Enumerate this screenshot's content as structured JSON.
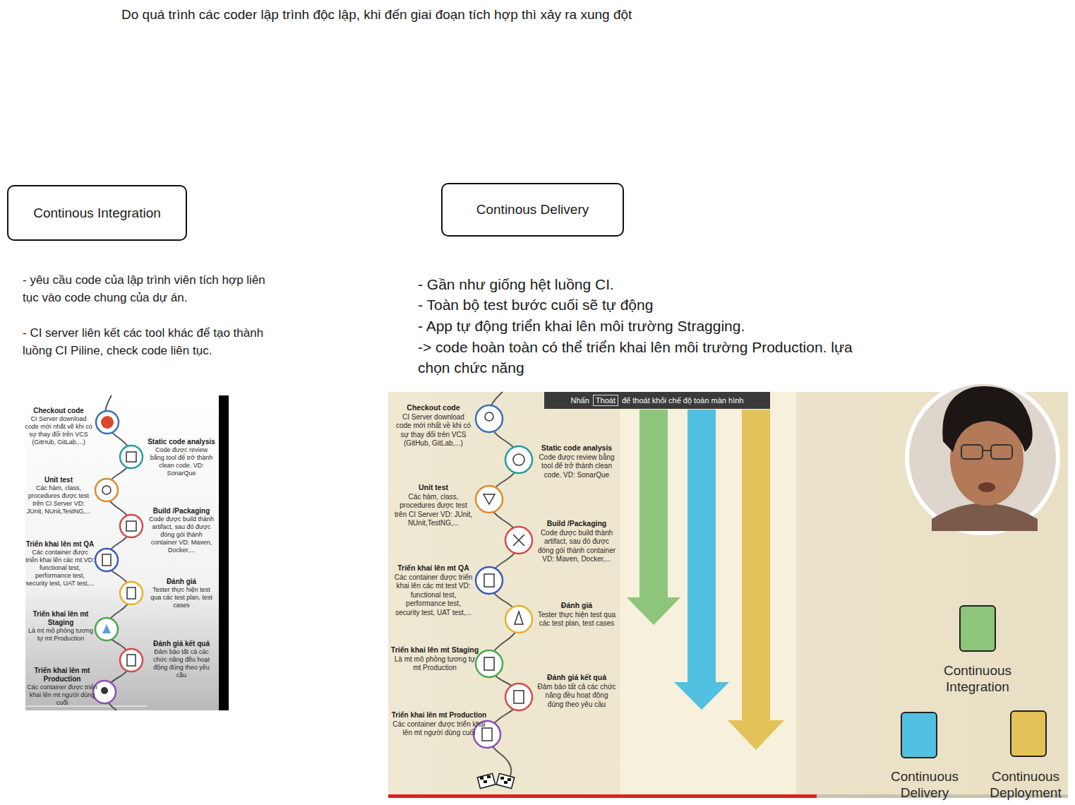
{
  "diagram": {
    "nodes": [
      {
        "text": [
          "Continous Integration"
        ]
      },
      {
        "text": [
          "Continous Delivery"
        ]
      }
    ],
    "labels": [
      "Do quá trình các coder lập trình độc lập, khi đến giai đoạn tích hợp thì xảy ra xung đột",
      "- yêu cầu code của lập trình viên tích hợp liên tục vào code chung của dự án.",
      "- CI server liên kết các tool khác để tạo thành luồng CI Piline, check code liên tục.",
      "- Gần như giống hệt luồng CI.",
      "- Toàn bộ test bước cuối sẽ tự động",
      "- App tự động triển khai lên môi trường Stragging.",
      "-> code hoàn toàn có thể triển khai lên môi trường Production. lựa chọn chức năng",
      "Checkout code",
      "CI Server download code mới nhất về khi có sự thay đổi trên VCS (GitHub, GitLab,...)",
      "Static code analysis",
      "Code được review bằng tool để trở thành clean code. VD: SonarQue",
      "Unit test",
      "Các hàm, class, procedures được test trên CI Server VD: JUnit, NUnit,TestNG,...",
      "Build /Packaging",
      "Code được build thành artifact, sau đó được đóng gói thành container VD: Maven, Docker,...",
      "Triển khai lên mt QA",
      "Các container được triển khai lên các mt VD: functional test, performance test, security test, UAT test,...",
      "Đánh giá",
      "Tester thực hiện test qua các test plan, test cases",
      "Triển khai lên mt Staging",
      "Là mt mô phỏng tương tự mt Production",
      "Đánh giá kết quả",
      "Đảm bảo tất cả các chức năng đều hoạt động đúng theo yêu cầu",
      "Triển khai lên mt Production",
      "Các container được triển khai lên mt người dùng cuối",
      "Nhấn",
      "Thoát",
      "để thoát khỏi chế độ toàn màn hình",
      "Checkout code",
      "CI Server download code mới nhất về khi có sự thay đổi trên VCS (GitHub, GitLab,...)",
      "Static code analysis",
      "Code được review bằng tool để trở thành clean code. VD: SonarQue",
      "Unit test",
      "Các hàm, class, procedures được test trên CI Server VD: JUnit, NUnit,TestNG,...",
      "Build /Packaging",
      "Code được build thành artifact, sau đó được đóng gói thành container VD: Maven, Docker,...",
      "Triển khai lên mt QA",
      "Các container được triển khai lên các mt test VD: functional test, performance test, security test, UAT test,...",
      "Đánh giá",
      "Tester thực hiện test qua các test plan, test cases",
      "Triển khai lên mt Staging",
      "Là mt mô phỏng tương tự mt Production",
      "Đánh giá kết quả",
      "Đảm bảo tất cả các chức năng đều hoạt động đúng theo yêu cầu",
      "Triển khai lên mt Production",
      "Các container được triển khai lên mt người dùng cuối"
    ],
    "legend": [
      {
        "text": "Continuous Integration",
        "color": "#8dc57a"
      },
      {
        "text": "Continuous Delivery",
        "color": "#52c0e0"
      },
      {
        "text": "Continuous Deployment",
        "color": "#e3c25a"
      }
    ]
  }
}
